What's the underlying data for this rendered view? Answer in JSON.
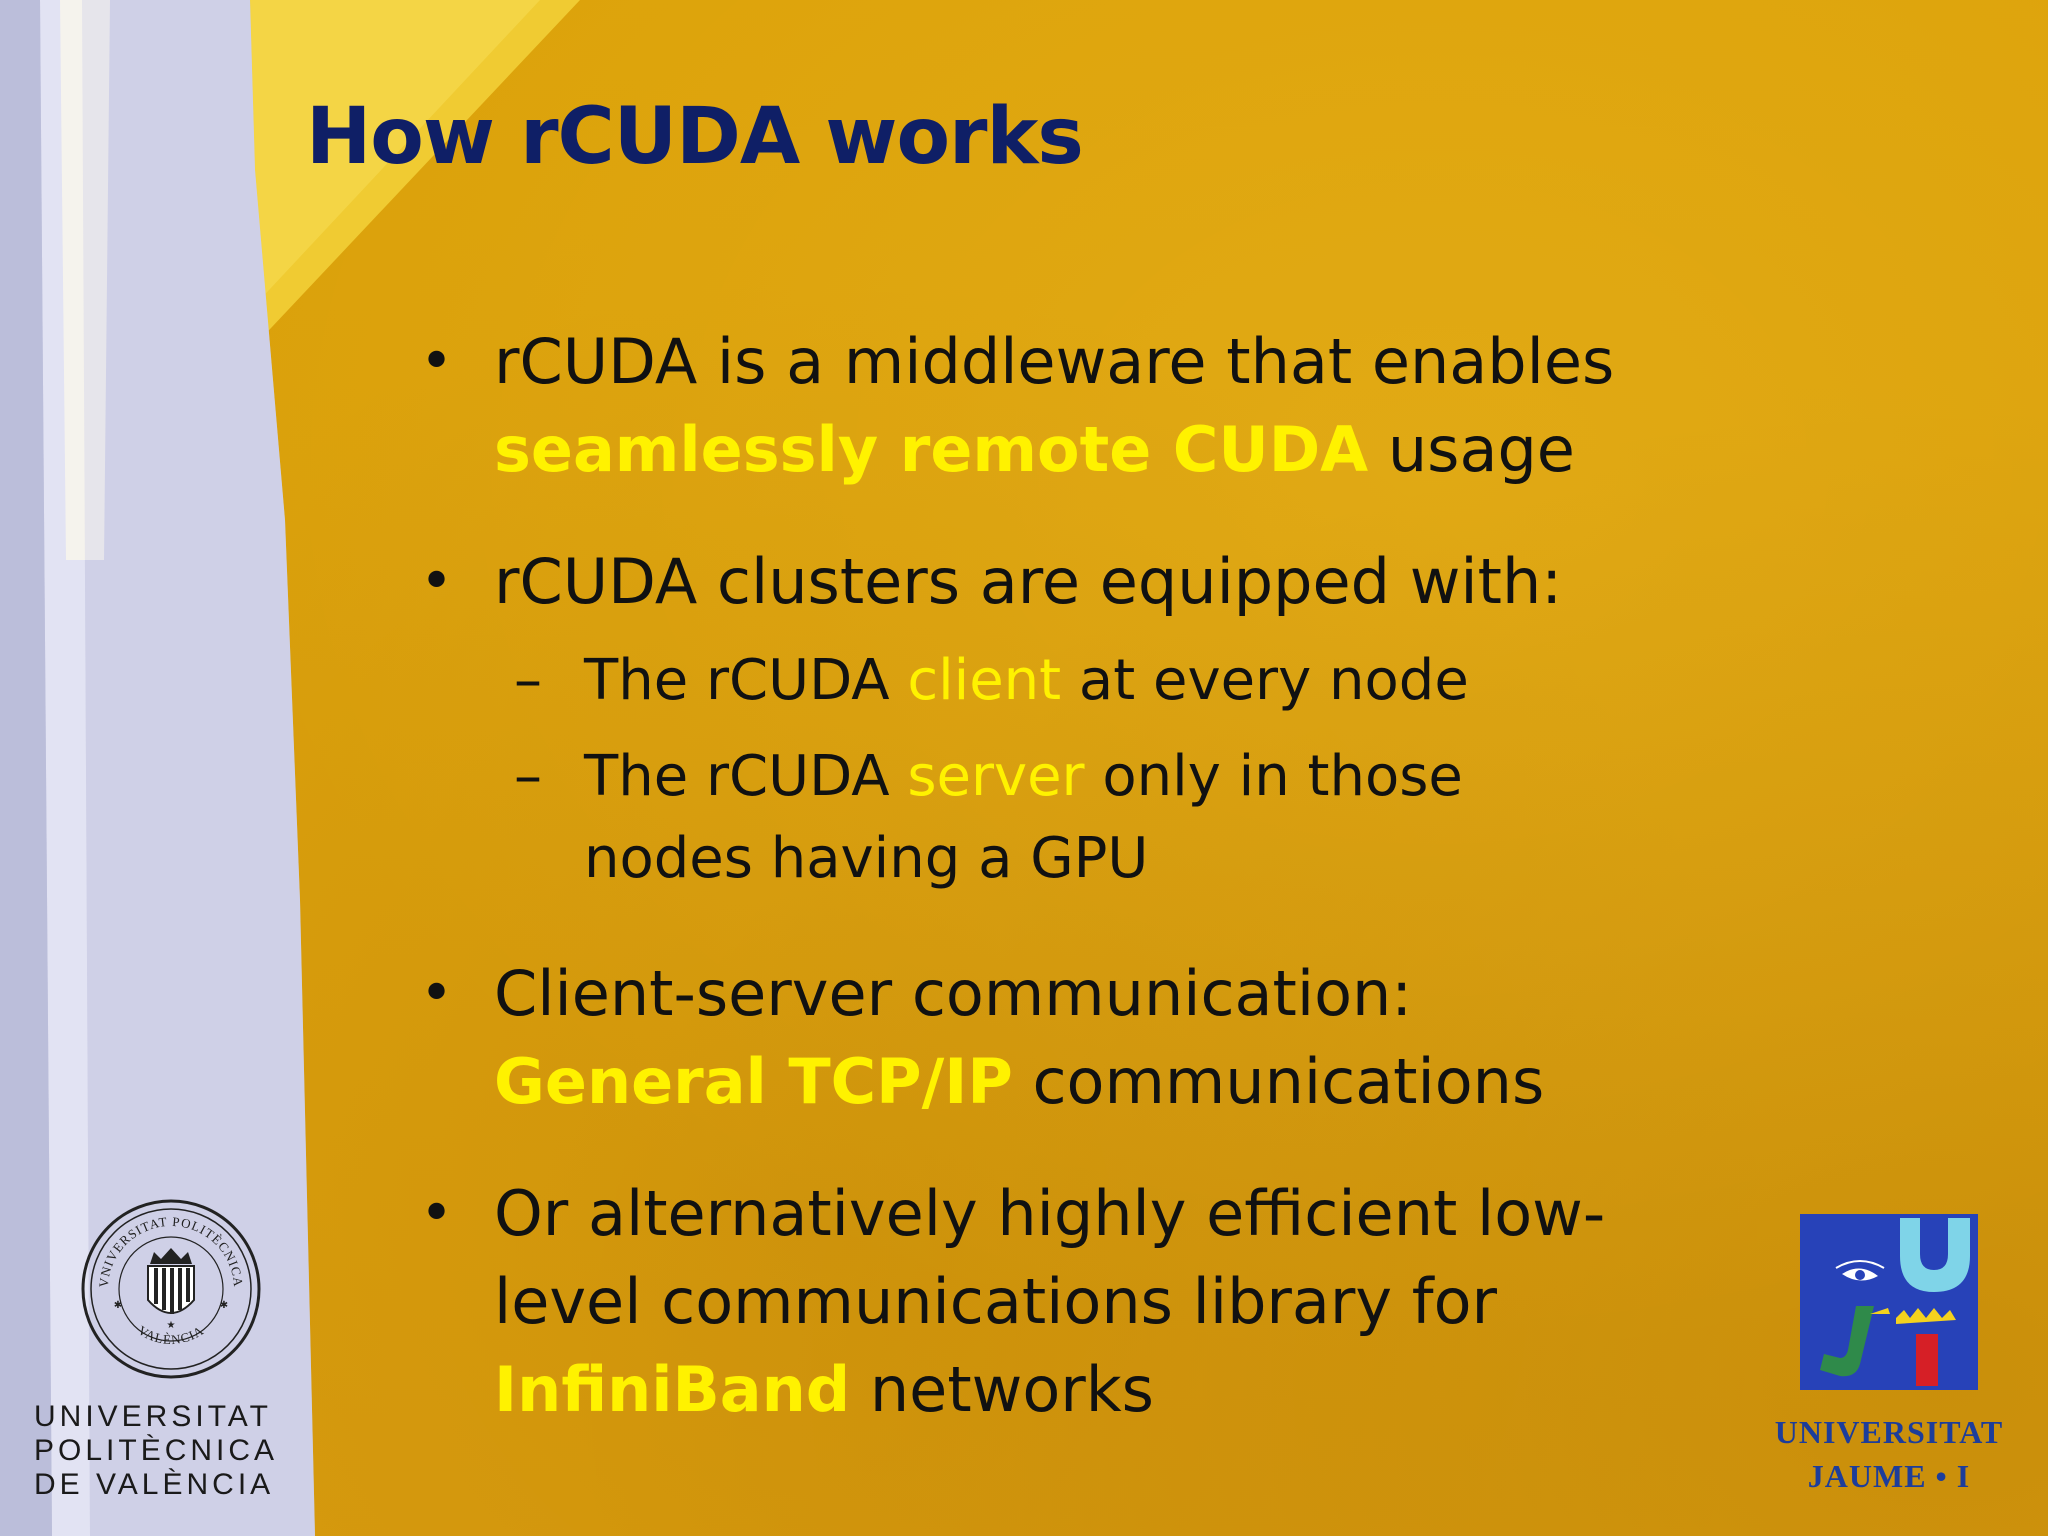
{
  "slide": {
    "title": "How rCUDA works",
    "colors": {
      "background": "#dca20a",
      "title": "#0f1f66",
      "highlight": "#fff200",
      "body_text": "#111111"
    }
  },
  "bullets": [
    {
      "bullet_symbol": "•",
      "parts": [
        {
          "text": "rCUDA is a middleware that enables"
        },
        {
          "text": "seamlessly remote CUDA",
          "highlight": true
        },
        {
          "text": " usage"
        }
      ]
    },
    {
      "bullet_symbol": "•",
      "parts": [
        {
          "text": "rCUDA clusters are equipped with:"
        }
      ],
      "subitems": [
        {
          "dash": "–",
          "before": "The rCUDA ",
          "highlight": "client",
          "after": " at every node"
        },
        {
          "dash": "–",
          "before": "The rCUDA ",
          "highlight": "server",
          "after": " only in those",
          "continuation": "nodes having a GPU"
        }
      ]
    },
    {
      "bullet_symbol": "•",
      "parts": [
        {
          "text": "Client-server communication:"
        },
        {
          "text": "General TCP/IP",
          "highlight": true
        },
        {
          "text": " communications"
        }
      ]
    },
    {
      "bullet_symbol": "•",
      "parts": [
        {
          "text": "Or alternatively highly efficient low-"
        },
        {
          "text": "level communications library for"
        },
        {
          "text": "InfiniBand",
          "highlight": true
        },
        {
          "text": " networks"
        }
      ]
    }
  ],
  "logos": {
    "upv": {
      "icon": "upv-seal-icon",
      "seal_text_top": "VNIVERSITAT POLITÈCNICA",
      "seal_text_bottom": "VALÈNCIA",
      "name_lines": [
        "UNIVERSITAT",
        "POLITÈCNICA",
        "DE VALÈNCIA"
      ]
    },
    "uji": {
      "icon": "uji-mark-icon",
      "name_lines": [
        "UNIVERSITAT",
        "JAUME • I"
      ],
      "colors": {
        "blue": "#2742b8",
        "cyan": "#7fd4e8",
        "green": "#2f8a4a",
        "red": "#d61f26",
        "yellow": "#f4d21e"
      }
    }
  }
}
